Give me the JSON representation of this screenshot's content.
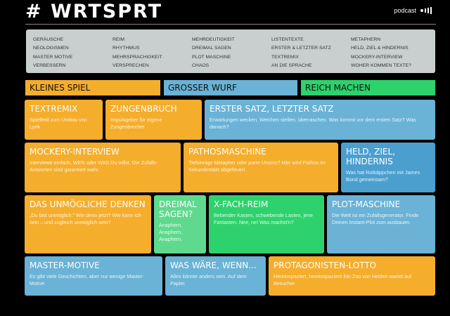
{
  "header": {
    "logo": "# WRTSPRT",
    "podcast_label": "podcast"
  },
  "menu": {
    "columns": [
      [
        "GERÄUSCHE",
        "NEOLOGISMEN",
        "MASTER MOTIVE",
        "VERBESSERN"
      ],
      [
        "REIM",
        "RHYTHMUS",
        "MEHRSPRACHIGKEIT",
        "VERSPRECHEN"
      ],
      [
        "MEHRDEUTIGKEIT",
        "DREIMAL SAGEN",
        "PLOT MASCHINE",
        "CHAOS"
      ],
      [
        "LISTENTEXTE",
        "ERSTER & LETZTER SATZ",
        "TEXTREMIX",
        "AN DIE SPRACHE"
      ],
      [
        "METAPHERN",
        "HELD, ZIEL & HINDERNIS",
        "MOCKERY-INTERVIEW",
        "WOHER KOMMEN TEXTE?"
      ]
    ]
  },
  "tabs": {
    "small": "KLEINES SPIEL",
    "big": "GROSSER WURF",
    "rich": "REICH MACHEN"
  },
  "colors": {
    "orange": "#f5ad2c",
    "blue": "#6ab2d6",
    "green": "#2ed26c",
    "menu_bg": "#c9cfcf"
  },
  "tiles": {
    "textremix": {
      "title": "TEXTREMIX",
      "desc": "Spielfeld zum Umbau von Lyrik"
    },
    "zungenbruch": {
      "title": "ZUNGENBRUCH",
      "desc": "Impulsgeber für eigene Zungenbrecher"
    },
    "erster_satz": {
      "title": "ERSTER SATZ, LETZTER SATZ",
      "desc": "Erwartungen wecken, Weichen stellen, überraschen. Was kommt vor dem ersten Satz? Was danach?"
    },
    "mockery": {
      "title": "MOCKERY-INTERVIEW",
      "desc": "Interviewe einfach, WEN oder WAS Du willst. Die Zufalls-Antworten sind garantiert wahr."
    },
    "pathos": {
      "title": "PATHOSMASCHINE",
      "desc": "Tiefsinnige Metapher oder purer Unsinn? Hier wird Pathos im Sekundentakt abgefeuert."
    },
    "held": {
      "title": "HELD, ZIEL, HINDERNIS",
      "desc": "Was hat Rotkäppchen mit James Bond gemeinsam?"
    },
    "unmoeglich": {
      "title": "DAS UNMÖGLICHE DENKEN",
      "desc": "„Du bist unmöglich.“ Wie denn jetzt? Wie kann ich sein – und zugleich unmöglich sein?"
    },
    "dreimal": {
      "title": "DREIMAL SAGEN?",
      "desc": "Anaphern, Anaphern, Anaphern."
    },
    "xfach": {
      "title": "X-FACH-REIM",
      "desc": "Bebender Kasten, schwebende Lasten, jene Fantasten. Nee, ne! Was machst'n?"
    },
    "plot": {
      "title": "PLOT-MASCHINE",
      "desc": "Die Welt ist ein Zufallsgenerator. Finde Deinen Instant-Plot zum ausbauen."
    },
    "master": {
      "title": "MASTER-MOTIVE",
      "desc": "Es gibt viele Geschichten, aber nur wenige Master-Motive."
    },
    "waswaere": {
      "title": "WAS WÄRE, WENN...",
      "desc": "Alles könnte anders sein. Auf dem Papier."
    },
    "lotto": {
      "title": "PROTAGONISTEN-LOTTO",
      "desc": "Hereinspaziert, hereinspaziert! Ein Zoo von Helden wartet auf Besucher"
    }
  }
}
